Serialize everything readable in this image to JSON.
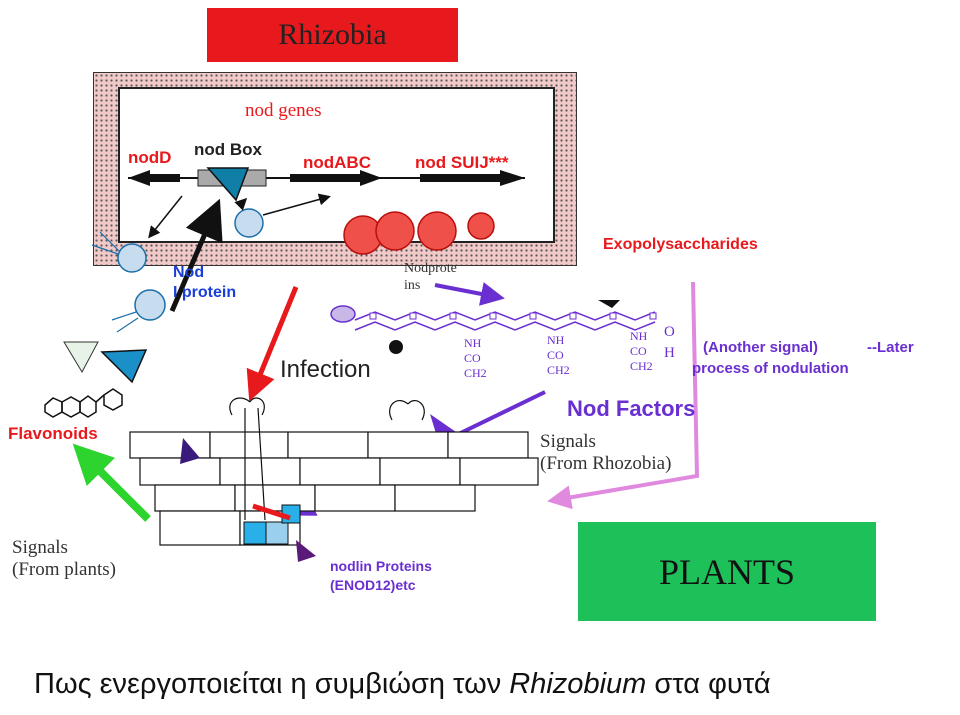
{
  "title": "Rhizobia",
  "plants_label": "PLANTS",
  "nod_genes": "nod genes",
  "gene_labels": [
    "nodD",
    "nod Box",
    "nodABC",
    "nod SUIJ***"
  ],
  "nod_protein": [
    "Nod",
    "I protein"
  ],
  "nodproteins": [
    "Nodprote",
    "ins"
  ],
  "exopolysaccharides": "Exopolysaccharides",
  "another_signal": "(Another signal)",
  "later": "--Later",
  "process": "process of nodulation",
  "infection": "Infection",
  "nod_factors": "Nod Factors",
  "signals_rhizobia": [
    "Signals",
    "(From Rhozobia)"
  ],
  "flavonoids": "Flavonoids",
  "signals_plants": [
    "Signals",
    "(From plants)"
  ],
  "nodlin": [
    "nodlin Proteins",
    "(ENOD12)etc"
  ],
  "chem_groups": [
    [
      "NH",
      "CO",
      "CH2"
    ],
    [
      "NH",
      "CO",
      "CH2"
    ],
    [
      "NH",
      "CO",
      "CH2"
    ]
  ],
  "oh": [
    "O",
    "H"
  ],
  "caption_prefix": "Πως ενεργοποιείται η συμβιώση των ",
  "caption_italic": "Rhizobium",
  "caption_suffix": " στα φυτά",
  "colors": {
    "red_box": "#e8191c",
    "plants_box": "#1ec05a",
    "purple": "#6a2fd0",
    "pink": "#e08adf",
    "teal": "#0f7fa8",
    "green": "#2ed42e"
  }
}
